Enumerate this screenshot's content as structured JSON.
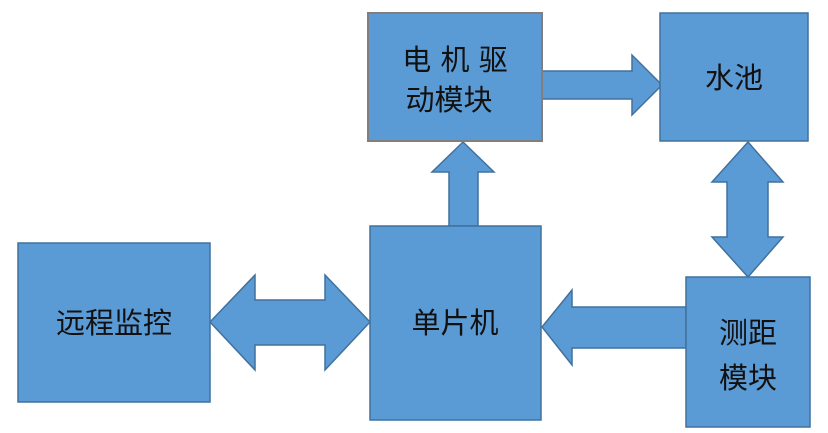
{
  "blocks": {
    "remote": "远程监控",
    "mcu": "单片机",
    "motor_line1": "电 机 驱",
    "motor_line2": "动模块",
    "pool": "水池",
    "ranging_line1": "测距",
    "ranging_line2": "模块"
  },
  "colors": {
    "fill": "#5b9bd5",
    "stroke": "#41719c"
  }
}
